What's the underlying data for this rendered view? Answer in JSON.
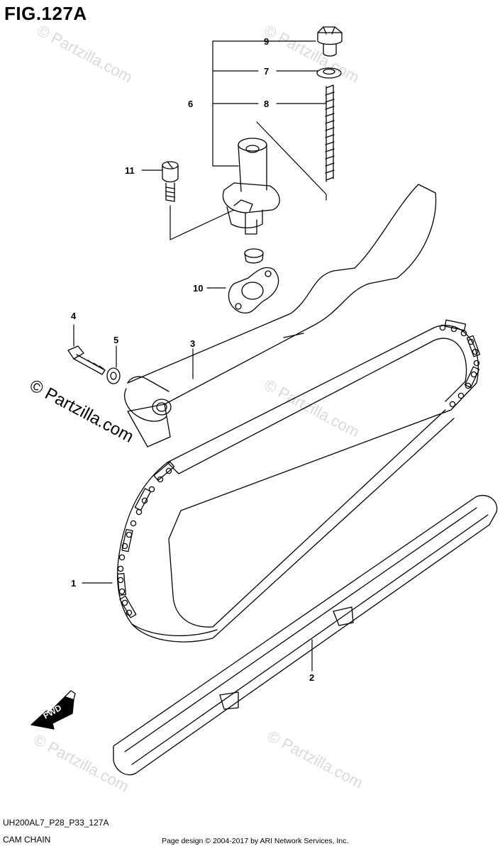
{
  "header": {
    "title": "FIG.127A"
  },
  "footer": {
    "diagram_code": "UH200AL7_P28_P33_127A",
    "description": "CAM CHAIN",
    "credit": "Page design © 2004-2017 by ARI Network Services, Inc."
  },
  "watermark": {
    "text": "© Partzilla.com"
  },
  "direction_arrow": {
    "label": "FWD"
  },
  "callouts": [
    "1",
    "2",
    "3",
    "4",
    "5",
    "6",
    "7",
    "8",
    "9",
    "10",
    "11"
  ],
  "parts": {
    "cam_chain": "1",
    "chain_guide": "2",
    "tensioner_arm": "3",
    "bolt": "4",
    "washer": "5",
    "tensioner_adjuster": "6",
    "gasket_washer": "7",
    "spring": "8",
    "cap_bolt": "9",
    "adjuster_gasket": "10",
    "adjuster_bolt": "11"
  }
}
